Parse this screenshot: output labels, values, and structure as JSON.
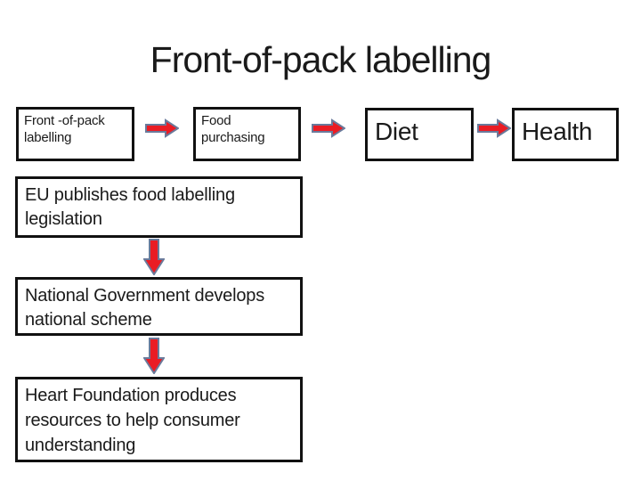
{
  "slide": {
    "title": "Front-of-pack labelling",
    "colors": {
      "arrow_fill": "#ea1c24",
      "arrow_outline": "#6a7a9b",
      "box_border": "#111111",
      "text": "#1a1a1a",
      "background": "#ffffff"
    },
    "top_flow": {
      "connector": "right-block-arrow",
      "boxes": [
        {
          "label": "Front -of-pack labelling"
        },
        {
          "label": "Food purchasing"
        },
        {
          "label": "Diet"
        },
        {
          "label": "Health"
        }
      ]
    },
    "process_flow": {
      "connector": "down-block-arrow",
      "boxes": [
        {
          "label": "EU publishes food labelling legislation"
        },
        {
          "label": "National Government develops national scheme"
        },
        {
          "label": "Heart Foundation produces resources to help consumer understanding"
        }
      ]
    }
  }
}
